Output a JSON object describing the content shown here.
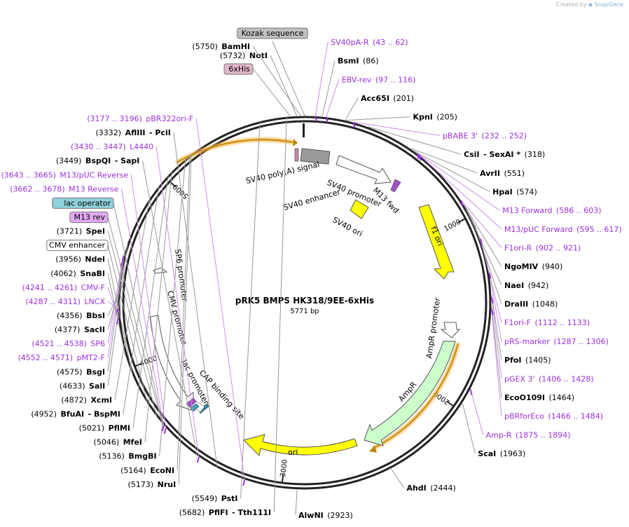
{
  "credit": {
    "prefix": "Created by",
    "brand": "SnapGene"
  },
  "plasmid": {
    "name": "pRK5 BMPS HK318/9EE-6xHis",
    "length_label": "5771 bp",
    "length": 5771
  },
  "colors": {
    "primer": "#9b30d9",
    "backbone": "#222222",
    "label_line": "#888888"
  },
  "ticks": [
    {
      "pos": 1000,
      "label": "1000"
    },
    {
      "pos": 2000,
      "label": "2000"
    },
    {
      "pos": 3000,
      "label": "3000"
    },
    {
      "pos": 4000,
      "label": "4000"
    },
    {
      "pos": 5000,
      "label": "5000"
    }
  ],
  "labels": [
    {
      "key": "kozak",
      "side": "top",
      "kind": "boxed",
      "box": "gray",
      "pos": 0,
      "parts": [
        {
          "t": "Kozak sequence"
        }
      ]
    },
    {
      "key": "sv40pa_r",
      "side": "right",
      "kind": "primer",
      "pos": 52,
      "parts": [
        {
          "t": "SV40pA-R"
        },
        {
          "t": "(43 .. 62)"
        }
      ]
    },
    {
      "key": "bsmi",
      "side": "right",
      "kind": "enzyme",
      "pos": 86,
      "parts": [
        {
          "t": "BsmI",
          "b": true
        },
        {
          "t": "(86)"
        }
      ]
    },
    {
      "key": "ebv_rev",
      "side": "right",
      "kind": "primer",
      "pos": 106,
      "parts": [
        {
          "t": "EBV-rev"
        },
        {
          "t": "(97 .. 116)"
        }
      ]
    },
    {
      "key": "acc65i",
      "side": "right",
      "kind": "enzyme",
      "pos": 201,
      "parts": [
        {
          "t": "Acc65I",
          "b": true
        },
        {
          "t": "(201)"
        }
      ]
    },
    {
      "key": "kpni",
      "side": "right",
      "kind": "enzyme",
      "pos": 205,
      "parts": [
        {
          "t": "KpnI",
          "b": true
        },
        {
          "t": "(205)"
        }
      ]
    },
    {
      "key": "pbabe3",
      "side": "right",
      "kind": "primer",
      "pos": 242,
      "parts": [
        {
          "t": "pBABE 3'"
        },
        {
          "t": "(232 .. 252)"
        }
      ]
    },
    {
      "key": "csii",
      "side": "right",
      "kind": "enzyme",
      "pos": 318,
      "parts": [
        {
          "t": "CsiI",
          "b": true
        },
        {
          "t": "- SexAI *",
          "b": true
        },
        {
          "t": "(318)"
        }
      ]
    },
    {
      "key": "avrii",
      "side": "right",
      "kind": "enzyme",
      "pos": 551,
      "parts": [
        {
          "t": "AvrII",
          "b": true
        },
        {
          "t": "(551)"
        }
      ]
    },
    {
      "key": "hpai",
      "side": "right",
      "kind": "enzyme",
      "pos": 574,
      "parts": [
        {
          "t": "HpaI",
          "b": true
        },
        {
          "t": "(574)"
        }
      ]
    },
    {
      "key": "m13fwd",
      "side": "right",
      "kind": "primer",
      "pos": 594,
      "parts": [
        {
          "t": "M13 Forward"
        },
        {
          "t": "(586 .. 603)"
        }
      ]
    },
    {
      "key": "m13pucfwd",
      "side": "right",
      "kind": "primer",
      "pos": 606,
      "parts": [
        {
          "t": "M13/pUC Forward"
        },
        {
          "t": "(595 .. 617)"
        }
      ]
    },
    {
      "key": "f1ori_r",
      "side": "right",
      "kind": "primer",
      "pos": 911,
      "parts": [
        {
          "t": "F1ori-R"
        },
        {
          "t": "(902 .. 921)"
        }
      ]
    },
    {
      "key": "ngomiv",
      "side": "right",
      "kind": "enzyme",
      "pos": 940,
      "parts": [
        {
          "t": "NgoMIV",
          "b": true
        },
        {
          "t": "(940)"
        }
      ]
    },
    {
      "key": "naei",
      "side": "right",
      "kind": "enzyme",
      "pos": 942,
      "parts": [
        {
          "t": "NaeI",
          "b": true
        },
        {
          "t": "(942)"
        }
      ]
    },
    {
      "key": "draiii",
      "side": "right",
      "kind": "enzyme",
      "pos": 1048,
      "parts": [
        {
          "t": "DraIII",
          "b": true
        },
        {
          "t": "(1048)"
        }
      ]
    },
    {
      "key": "f1ori_f",
      "side": "right",
      "kind": "primer",
      "pos": 1122,
      "parts": [
        {
          "t": "F1ori-F"
        },
        {
          "t": "(1112 .. 1133)"
        }
      ]
    },
    {
      "key": "prs",
      "side": "right",
      "kind": "primer",
      "pos": 1296,
      "parts": [
        {
          "t": "pRS-marker"
        },
        {
          "t": "(1287 .. 1306)"
        }
      ]
    },
    {
      "key": "pfoi",
      "side": "right",
      "kind": "enzyme",
      "pos": 1405,
      "parts": [
        {
          "t": "PfoI",
          "b": true
        },
        {
          "t": "(1405)"
        }
      ]
    },
    {
      "key": "pgex3",
      "side": "right",
      "kind": "primer",
      "pos": 1417,
      "parts": [
        {
          "t": "pGEX 3'"
        },
        {
          "t": "(1406 .. 1428)"
        }
      ]
    },
    {
      "key": "ecoo109i",
      "side": "right",
      "kind": "enzyme",
      "pos": 1464,
      "parts": [
        {
          "t": "EcoO109I",
          "b": true
        },
        {
          "t": "(1464)"
        }
      ]
    },
    {
      "key": "pbrforeco",
      "side": "right",
      "kind": "primer",
      "pos": 1475,
      "parts": [
        {
          "t": "pBRforEco"
        },
        {
          "t": "(1466 .. 1484)"
        }
      ]
    },
    {
      "key": "amp_r",
      "side": "right",
      "kind": "primer",
      "pos": 1885,
      "parts": [
        {
          "t": "Amp-R"
        },
        {
          "t": "(1875 .. 1894)"
        }
      ]
    },
    {
      "key": "scai",
      "side": "right",
      "kind": "enzyme",
      "pos": 1963,
      "parts": [
        {
          "t": "ScaI",
          "b": true
        },
        {
          "t": "(1963)"
        }
      ]
    },
    {
      "key": "ahdi",
      "side": "right",
      "kind": "enzyme",
      "pos": 2444,
      "parts": [
        {
          "t": "AhdI",
          "b": true
        },
        {
          "t": "(2444)"
        }
      ]
    },
    {
      "key": "alwni",
      "side": "bottom",
      "kind": "enzyme",
      "pos": 2923,
      "parts": [
        {
          "t": "AlwNI",
          "b": true
        },
        {
          "t": "(2923)"
        }
      ]
    },
    {
      "key": "pbr322ori",
      "side": "left",
      "kind": "primer",
      "pos": 3186,
      "parts": [
        {
          "t": "(3177 .. 3196)"
        },
        {
          "t": "pBR322ori-F"
        }
      ]
    },
    {
      "key": "afliii",
      "side": "left",
      "kind": "enzyme",
      "pos": 3332,
      "parts": [
        {
          "t": "(3332)"
        },
        {
          "t": "AflIII",
          "b": true
        },
        {
          "t": "- PciI",
          "b": true
        }
      ]
    },
    {
      "key": "l4440",
      "side": "left",
      "kind": "primer",
      "pos": 3438,
      "parts": [
        {
          "t": "(3430 .. 3447)"
        },
        {
          "t": "L4440"
        }
      ]
    },
    {
      "key": "bspqi",
      "side": "left",
      "kind": "enzyme",
      "pos": 3449,
      "parts": [
        {
          "t": "(3449)"
        },
        {
          "t": "BspQI",
          "b": true
        },
        {
          "t": "- SapI",
          "b": true
        }
      ]
    },
    {
      "key": "m13puc_rev",
      "side": "left",
      "kind": "primer",
      "pos": 3654,
      "parts": [
        {
          "t": "(3643 .. 3665)"
        },
        {
          "t": "M13/pUC Reverse"
        }
      ]
    },
    {
      "key": "lac_operator",
      "side": "left",
      "kind": "boxed",
      "box": "teal",
      "pos": 3676,
      "parts": [
        {
          "t": "lac operator"
        }
      ]
    },
    {
      "key": "m13_reverse",
      "side": "left",
      "kind": "primer",
      "pos": 3670,
      "parts": [
        {
          "t": "(3662 .. 3678)"
        },
        {
          "t": "M13 Reverse"
        }
      ]
    },
    {
      "key": "m13rev_box",
      "side": "left",
      "kind": "boxed",
      "box": "purple",
      "pos": 3680,
      "parts": [
        {
          "t": "M13 rev"
        }
      ]
    },
    {
      "key": "spei",
      "side": "left",
      "kind": "enzyme",
      "pos": 3721,
      "parts": [
        {
          "t": "(3721)"
        },
        {
          "t": "SpeI",
          "b": true
        }
      ]
    },
    {
      "key": "cmv_enh_box",
      "side": "left",
      "kind": "boxed",
      "box": "white",
      "pos": 3800,
      "parts": [
        {
          "t": "CMV enhancer"
        }
      ]
    },
    {
      "key": "ndei",
      "side": "left",
      "kind": "enzyme",
      "pos": 3956,
      "parts": [
        {
          "t": "(3956)"
        },
        {
          "t": "NdeI",
          "b": true
        }
      ]
    },
    {
      "key": "snabi",
      "side": "left",
      "kind": "enzyme",
      "pos": 4062,
      "parts": [
        {
          "t": "(4062)"
        },
        {
          "t": "SnaBI",
          "b": true
        }
      ]
    },
    {
      "key": "cmv_f",
      "side": "left",
      "kind": "primer",
      "pos": 4251,
      "parts": [
        {
          "t": "(4241 .. 4261)"
        },
        {
          "t": "CMV-F"
        }
      ]
    },
    {
      "key": "lncx",
      "side": "left",
      "kind": "primer",
      "pos": 4299,
      "parts": [
        {
          "t": "(4287 .. 4311)"
        },
        {
          "t": "LNCX"
        }
      ]
    },
    {
      "key": "bbsi",
      "side": "left",
      "kind": "enzyme",
      "pos": 4356,
      "parts": [
        {
          "t": "(4356)"
        },
        {
          "t": "BbsI",
          "b": true
        }
      ]
    },
    {
      "key": "sacii",
      "side": "left",
      "kind": "enzyme",
      "pos": 4377,
      "parts": [
        {
          "t": "(4377)"
        },
        {
          "t": "SacII",
          "b": true
        }
      ]
    },
    {
      "key": "sp6",
      "side": "left",
      "kind": "primer",
      "pos": 4530,
      "parts": [
        {
          "t": "(4521 .. 4538)"
        },
        {
          "t": "SP6"
        }
      ]
    },
    {
      "key": "pmt2f",
      "side": "left",
      "kind": "primer",
      "pos": 4561,
      "parts": [
        {
          "t": "(4552 .. 4571)"
        },
        {
          "t": "pMT2-F"
        }
      ]
    },
    {
      "key": "bsgi",
      "side": "left",
      "kind": "enzyme",
      "pos": 4575,
      "parts": [
        {
          "t": "(4575)"
        },
        {
          "t": "BsgI",
          "b": true
        }
      ]
    },
    {
      "key": "sali",
      "side": "left",
      "kind": "enzyme",
      "pos": 4633,
      "parts": [
        {
          "t": "(4633)"
        },
        {
          "t": "SalI",
          "b": true
        }
      ]
    },
    {
      "key": "xcmi",
      "side": "left",
      "kind": "enzyme",
      "pos": 4872,
      "parts": [
        {
          "t": "(4872)"
        },
        {
          "t": "XcmI",
          "b": true
        }
      ]
    },
    {
      "key": "bfuai",
      "side": "left",
      "kind": "enzyme",
      "pos": 4952,
      "parts": [
        {
          "t": "(4952)"
        },
        {
          "t": "BfuAI",
          "b": true
        },
        {
          "t": "- BspMI",
          "b": true
        }
      ]
    },
    {
      "key": "pflmi",
      "side": "left",
      "kind": "enzyme",
      "pos": 5021,
      "parts": [
        {
          "t": "(5021)"
        },
        {
          "t": "PflMI",
          "b": true
        }
      ]
    },
    {
      "key": "mfei",
      "side": "left",
      "kind": "enzyme",
      "pos": 5046,
      "parts": [
        {
          "t": "(5046)"
        },
        {
          "t": "MfeI",
          "b": true
        }
      ]
    },
    {
      "key": "bmgbi",
      "side": "left",
      "kind": "enzyme",
      "pos": 5136,
      "parts": [
        {
          "t": "(5136)"
        },
        {
          "t": "BmgBI",
          "b": true
        }
      ]
    },
    {
      "key": "econi",
      "side": "left",
      "kind": "enzyme",
      "pos": 5164,
      "parts": [
        {
          "t": "(5164)"
        },
        {
          "t": "EcoNI",
          "b": true
        }
      ]
    },
    {
      "key": "nrui",
      "side": "left",
      "kind": "enzyme",
      "pos": 5173,
      "parts": [
        {
          "t": "(5173)"
        },
        {
          "t": "NruI",
          "b": true
        }
      ]
    },
    {
      "key": "psti",
      "side": "left",
      "kind": "enzyme",
      "pos": 5549,
      "parts": [
        {
          "t": "(5549)"
        },
        {
          "t": "PstI",
          "b": true
        }
      ]
    },
    {
      "key": "pflfi",
      "side": "left",
      "kind": "enzyme",
      "pos": 5682,
      "parts": [
        {
          "t": "(5682)"
        },
        {
          "t": "PflFI",
          "b": true
        },
        {
          "t": "- Tth111I",
          "b": true
        }
      ]
    },
    {
      "key": "his6_box",
      "side": "top",
      "kind": "boxed",
      "box": "pink",
      "pos": 5700,
      "parts": [
        {
          "t": "6xHis"
        }
      ]
    },
    {
      "key": "noti",
      "side": "top",
      "kind": "enzyme",
      "pos": 5732,
      "parts": [
        {
          "t": "(5732)"
        },
        {
          "t": "NotI",
          "b": true
        }
      ]
    },
    {
      "key": "bamhi",
      "side": "top",
      "kind": "enzyme",
      "pos": 5750,
      "parts": [
        {
          "t": "(5750)"
        },
        {
          "t": "BamHI",
          "b": true
        }
      ]
    }
  ],
  "features": [
    {
      "key": "sv40polya",
      "label": "SV40 poly(A) signal"
    },
    {
      "key": "sv40promoter",
      "label": "SV40 promoter"
    },
    {
      "key": "m13fwd_feat",
      "label": "M13 fwd"
    },
    {
      "key": "sv40enhancer",
      "label": "SV40 enhancer"
    },
    {
      "key": "sv40ori",
      "label": "SV40 ori"
    },
    {
      "key": "f1ori",
      "label": "f1 ori"
    },
    {
      "key": "amppromoter",
      "label": "AmpR promoter"
    },
    {
      "key": "ampr",
      "label": "AmpR"
    },
    {
      "key": "ori",
      "label": "ori"
    },
    {
      "key": "capsite",
      "label": "CAP binding site"
    },
    {
      "key": "lacpromoter",
      "label": "lac promoter"
    },
    {
      "key": "cmvpromoter",
      "label": "CMV promoter"
    },
    {
      "key": "sp6promoter",
      "label": "SP6 promoter"
    }
  ]
}
